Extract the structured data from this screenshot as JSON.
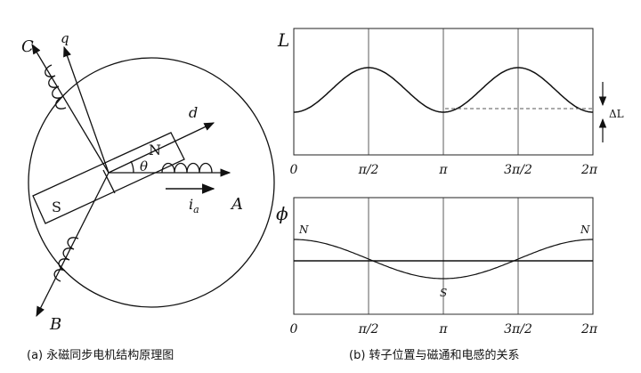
{
  "motor": {
    "axis_c": "C",
    "axis_q": "q",
    "axis_d": "d",
    "axis_a": "A",
    "axis_b": "B",
    "pole_n": "N",
    "pole_s": "S",
    "angle": "θ",
    "current": "i",
    "current_sub": "a"
  },
  "inductance": {
    "ylabel": "L",
    "delta": "ΔL",
    "ticks": [
      "0",
      "π/2",
      "π",
      "3π/2",
      "2π"
    ]
  },
  "flux": {
    "ylabel": "ϕ",
    "label_n_left": "N",
    "label_n_right": "N",
    "label_s": "S",
    "ticks": [
      "0",
      "π/2",
      "π",
      "3π/2",
      "2π"
    ]
  },
  "captions": {
    "left": "(a) 永磁同步电机结构原理图",
    "right": "(b) 转子位置与磁通和电感的关系"
  }
}
